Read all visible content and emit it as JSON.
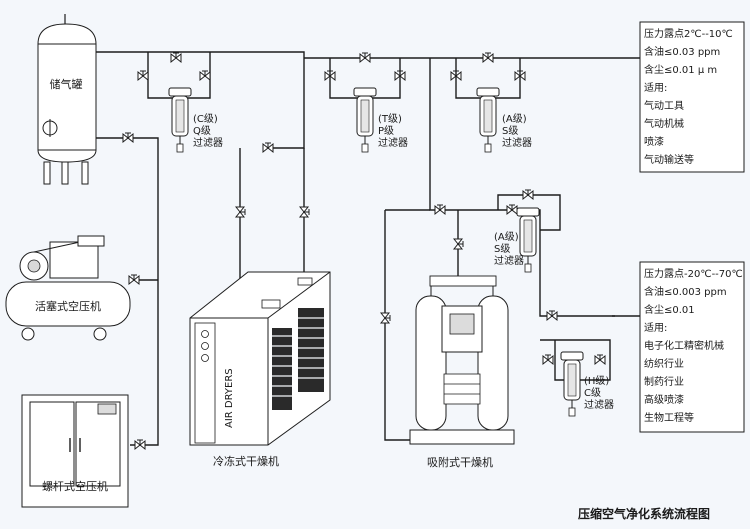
{
  "caption": "压缩空气净化系统流程图",
  "equipment": {
    "tank": "储气罐",
    "piston": "活塞式空压机",
    "screw": "螺杆式空压机",
    "fridge": "冷冻式干燥机",
    "adsorb": "吸附式干燥机",
    "dryer_brand": "AIR DRYERS"
  },
  "filters": [
    {
      "id": "c",
      "lines": [
        "(C级)",
        "Q级",
        "过滤器"
      ]
    },
    {
      "id": "t",
      "lines": [
        "(T级)",
        "P级",
        "过滤器"
      ]
    },
    {
      "id": "a1",
      "lines": [
        "(A级)",
        "S级",
        "过滤器"
      ]
    },
    {
      "id": "a2",
      "lines": [
        "(A级)",
        "S级",
        "过滤器"
      ]
    },
    {
      "id": "h",
      "lines": [
        "(H级)",
        "C级",
        "过滤器"
      ]
    }
  ],
  "specs_top": [
    "压力露点2℃--10℃",
    "含油≤0.03 ppm",
    "含尘≤0.01 μ m",
    "适用:",
    "气动工具",
    "气动机械",
    "喷漆",
    "气动输送等"
  ],
  "specs_bottom": [
    "压力露点-20℃--70℃",
    "含油≤0.003 ppm",
    "含尘≤0.01",
    "适用:",
    "电子化工精密机械",
    "纺织行业",
    "制药行业",
    "高级喷漆",
    "生物工程等"
  ],
  "colors": {
    "line": "#1d1d1d",
    "background": "#f4f7fb",
    "equipment": "#ffffff"
  }
}
